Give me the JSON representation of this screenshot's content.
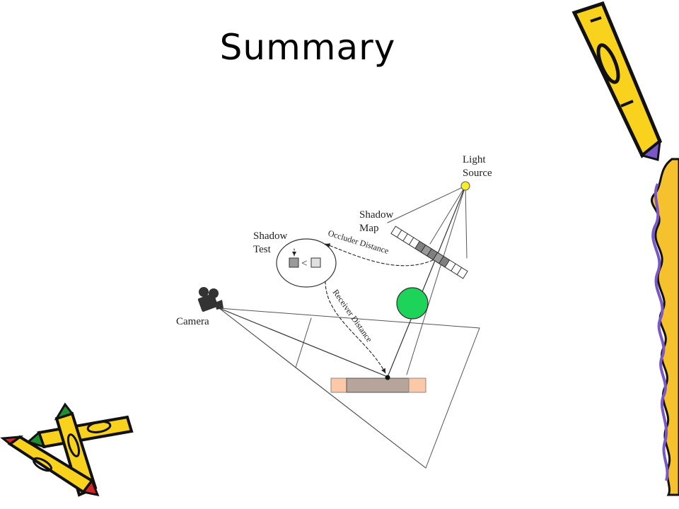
{
  "slide": {
    "title": "Summary"
  },
  "diagram": {
    "labels": {
      "light_line1": "Light",
      "light_line2": "Source",
      "shadow_map_line1": "Shadow",
      "shadow_map_line2": "Map",
      "shadow_test_line1": "Shadow",
      "shadow_test_line2": "Test",
      "camera": "Camera",
      "occluder_distance": "Occluder Distance",
      "receiver_distance": "Receiver Distance",
      "compare_symbol": "<"
    },
    "colors": {
      "light": "#f5ee2a",
      "occluder": "#1ed35a",
      "receiver_lit": "#fbc8a8",
      "receiver_shadow": "#b7a49a",
      "map_cell_dark": "#808080",
      "map_cell_light": "#e0e0e0"
    }
  },
  "decor": {
    "crayon_fill": "#f9d21e",
    "crayon_tip_purple": "#7a57c8",
    "crayon_tip_red": "#d8232a",
    "crayon_tip_green": "#1f8f32",
    "border_fill": "#f5c12d",
    "border_edge": "#7a57c8"
  }
}
